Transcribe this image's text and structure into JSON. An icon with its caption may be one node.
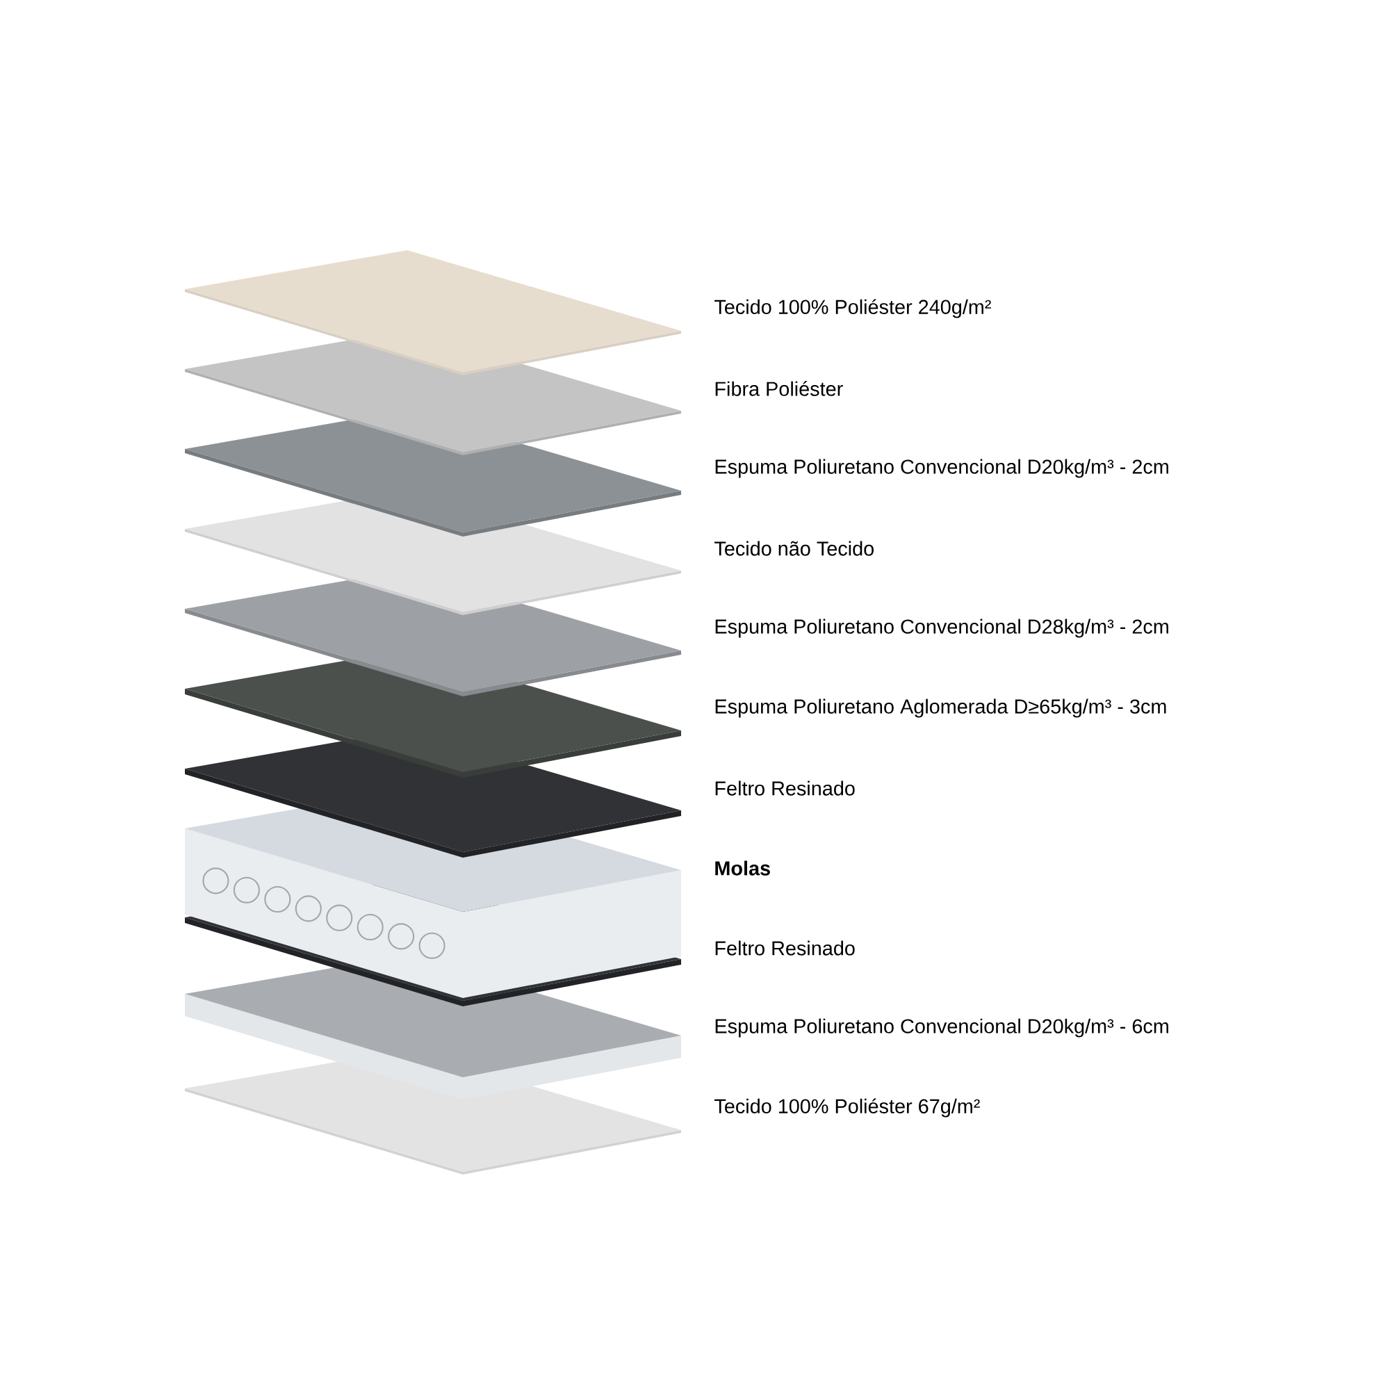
{
  "diagram": {
    "labels": [
      "Tecido 100% Poliéster 240g/m²",
      "Fibra Poliéster",
      "Espuma Poliuretano Convencional D20kg/m³ - 2cm",
      "Tecido não Tecido",
      "Espuma Poliuretano Convencional D28kg/m³ - 2cm",
      "Espuma Poliuretano Aglomerada D≥65kg/m³ - 3cm",
      "Feltro Resinado",
      "Molas",
      "Feltro Resinado",
      "Espuma Poliuretano Convencional D20kg/m³ - 6cm",
      "Tecido 100% Poliéster 67g/m²"
    ]
  }
}
